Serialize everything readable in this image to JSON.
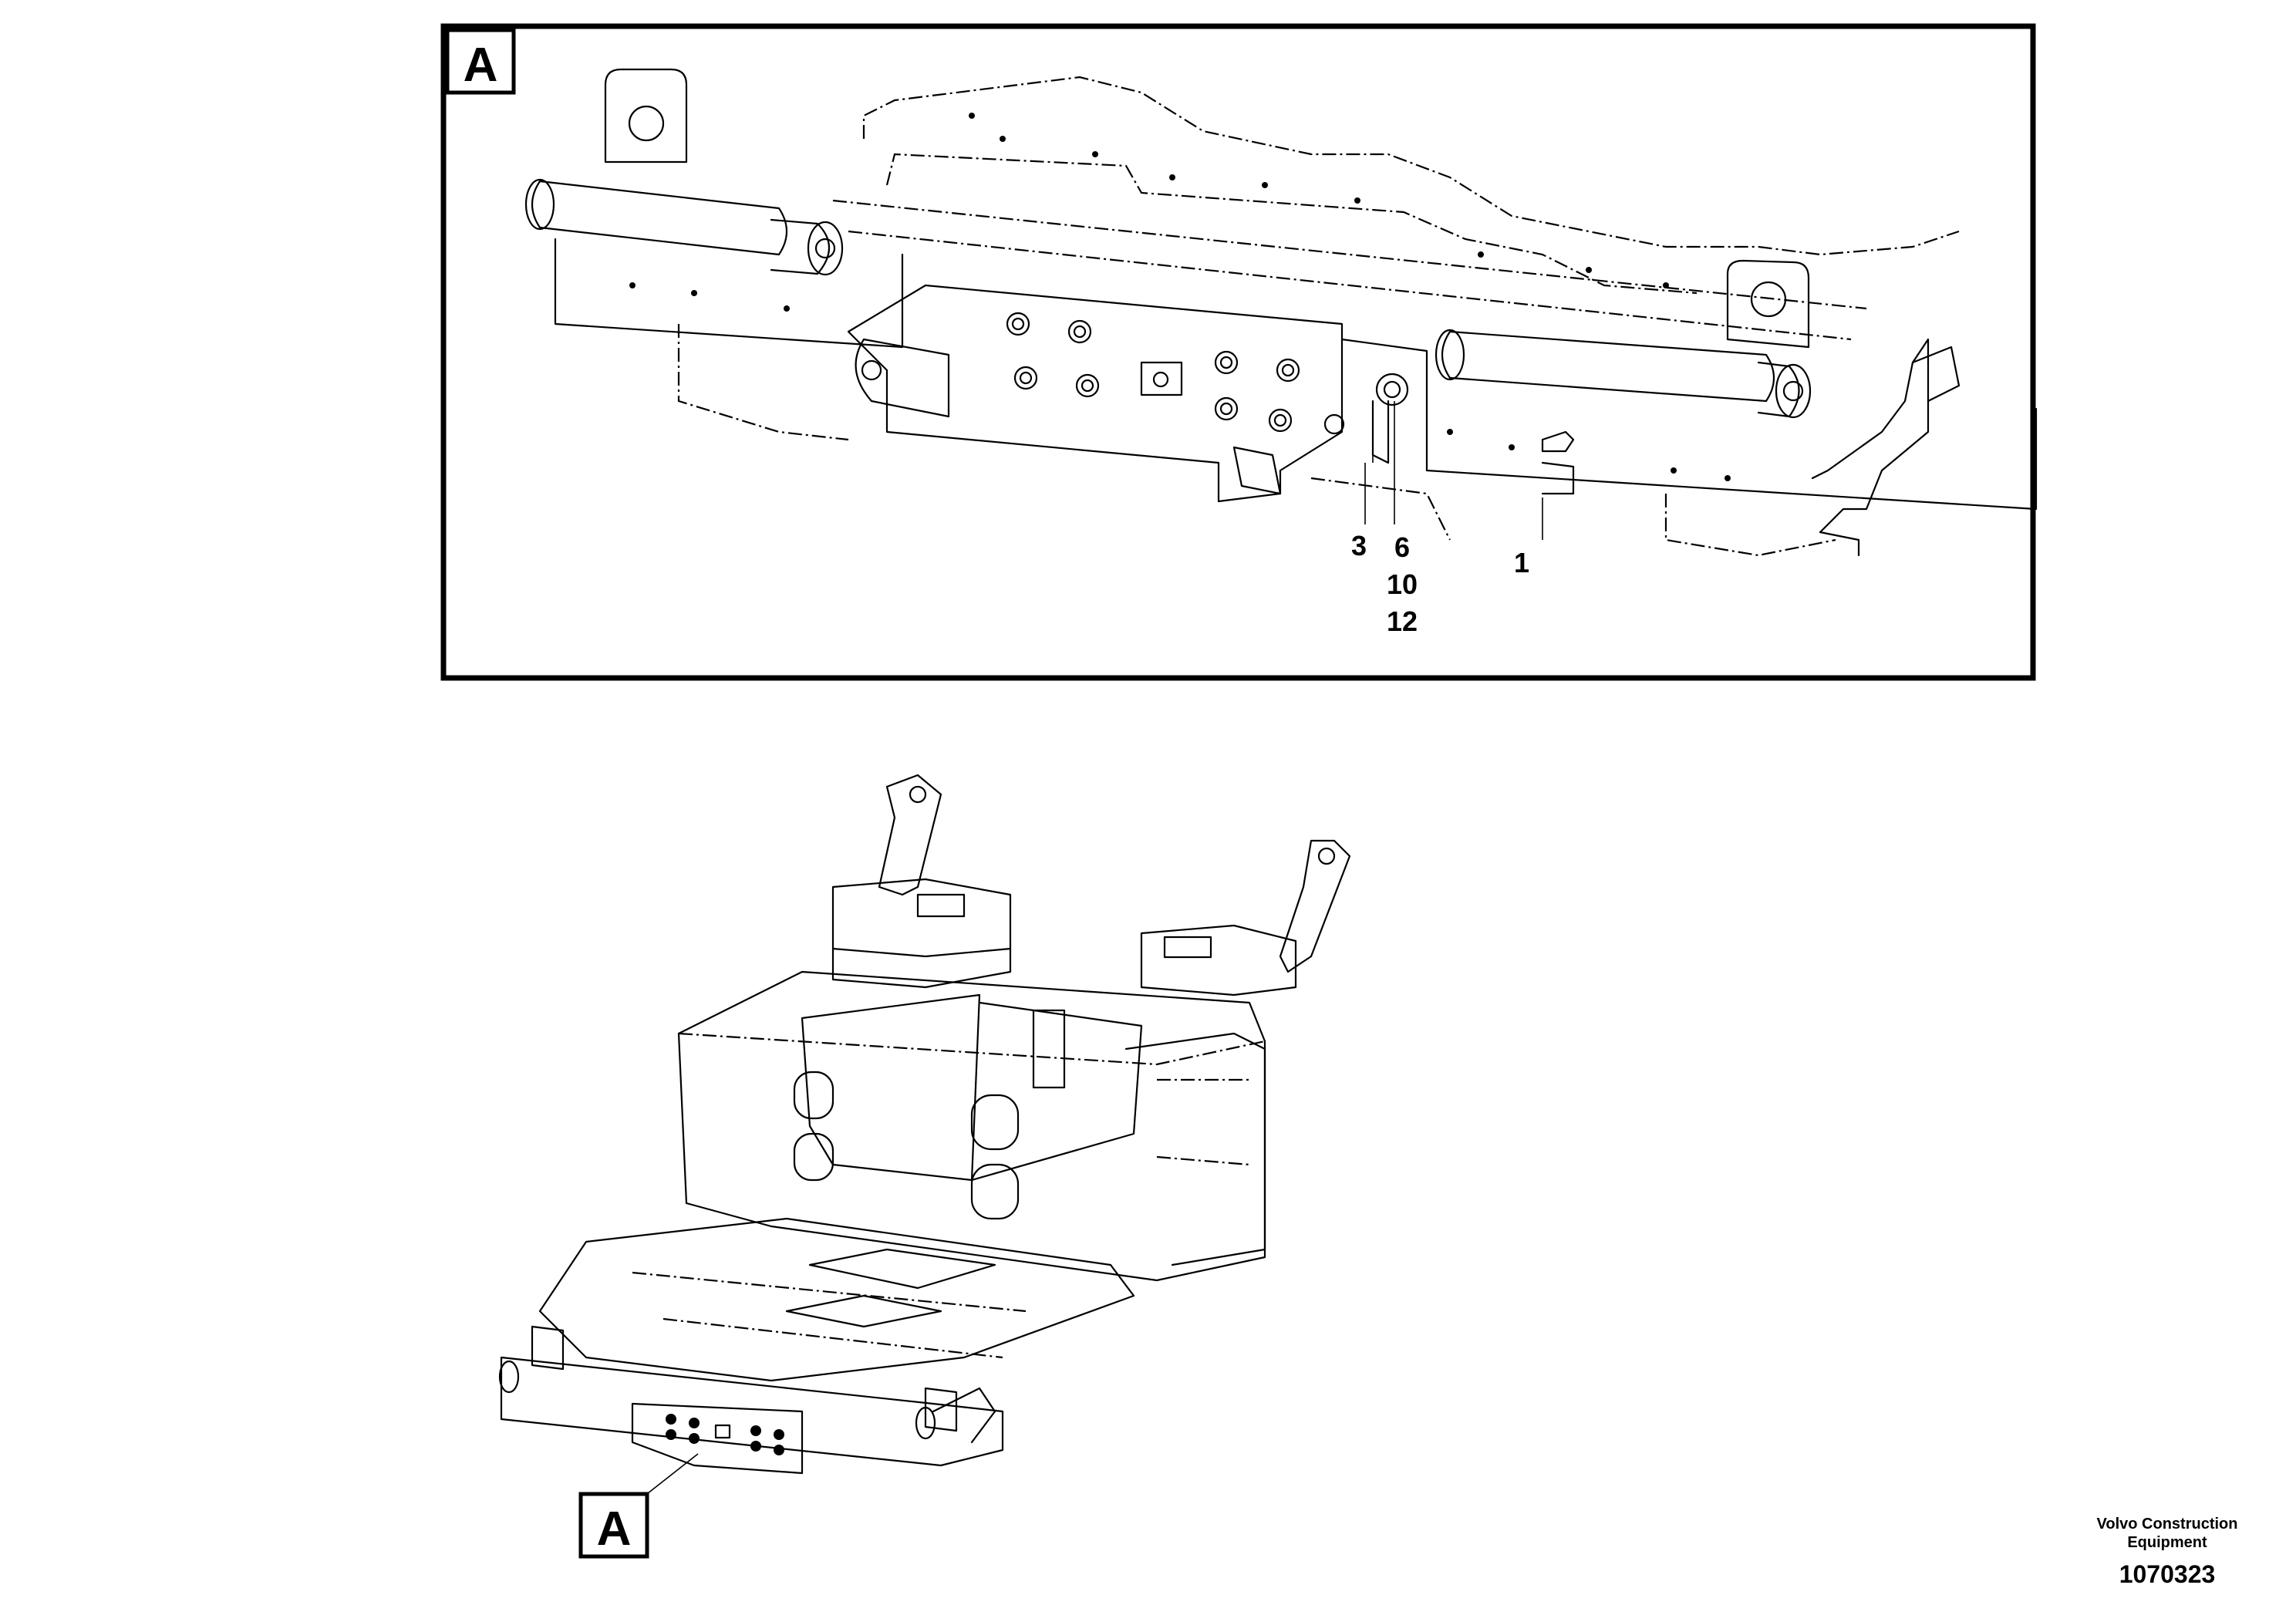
{
  "detail_view": {
    "tag": "A",
    "callouts": [
      {
        "id": "3",
        "text": "3"
      },
      {
        "id": "6",
        "text": "6"
      },
      {
        "id": "10",
        "text": "10"
      },
      {
        "id": "12",
        "text": "12"
      },
      {
        "id": "1",
        "text": "1"
      }
    ]
  },
  "overview": {
    "tag": "A"
  },
  "footer": {
    "brand_line1": "Volvo Construction",
    "brand_line2": "Equipment",
    "drawing_number": "1070323"
  }
}
